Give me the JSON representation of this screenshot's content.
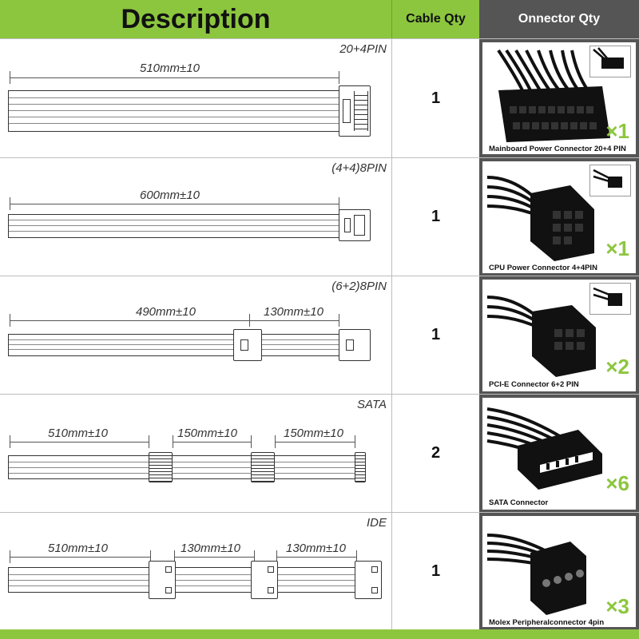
{
  "header": {
    "description": "Description",
    "cable_qty": "Cable Qty",
    "connector_qty": "Onnector Qty"
  },
  "rows": [
    {
      "type_label": "20+4PIN",
      "dims": [
        "510mm±10"
      ],
      "cable_qty": "1",
      "connector_caption": "Mainboard Power Connector 20+4 PIN",
      "multiplier": "×1"
    },
    {
      "type_label": "(4+4)8PIN",
      "dims": [
        "600mm±10"
      ],
      "cable_qty": "1",
      "connector_caption": "CPU Power Connector 4+4PIN",
      "multiplier": "×1"
    },
    {
      "type_label": "(6+2)8PIN",
      "dims": [
        "490mm±10",
        "130mm±10"
      ],
      "cable_qty": "1",
      "connector_caption": "PCI-E Connector 6+2 PIN",
      "multiplier": "×2"
    },
    {
      "type_label": "SATA",
      "dims": [
        "510mm±10",
        "150mm±10",
        "150mm±10"
      ],
      "cable_qty": "2",
      "connector_caption": "SATA Connector",
      "multiplier": "×6"
    },
    {
      "type_label": "IDE",
      "dims": [
        "510mm±10",
        "130mm±10",
        "130mm±10"
      ],
      "cable_qty": "1",
      "connector_caption": "Molex Peripheralconnector 4pin",
      "multiplier": "×3"
    }
  ],
  "colors": {
    "accent": "#8cc63f",
    "dark_panel": "#555555"
  }
}
